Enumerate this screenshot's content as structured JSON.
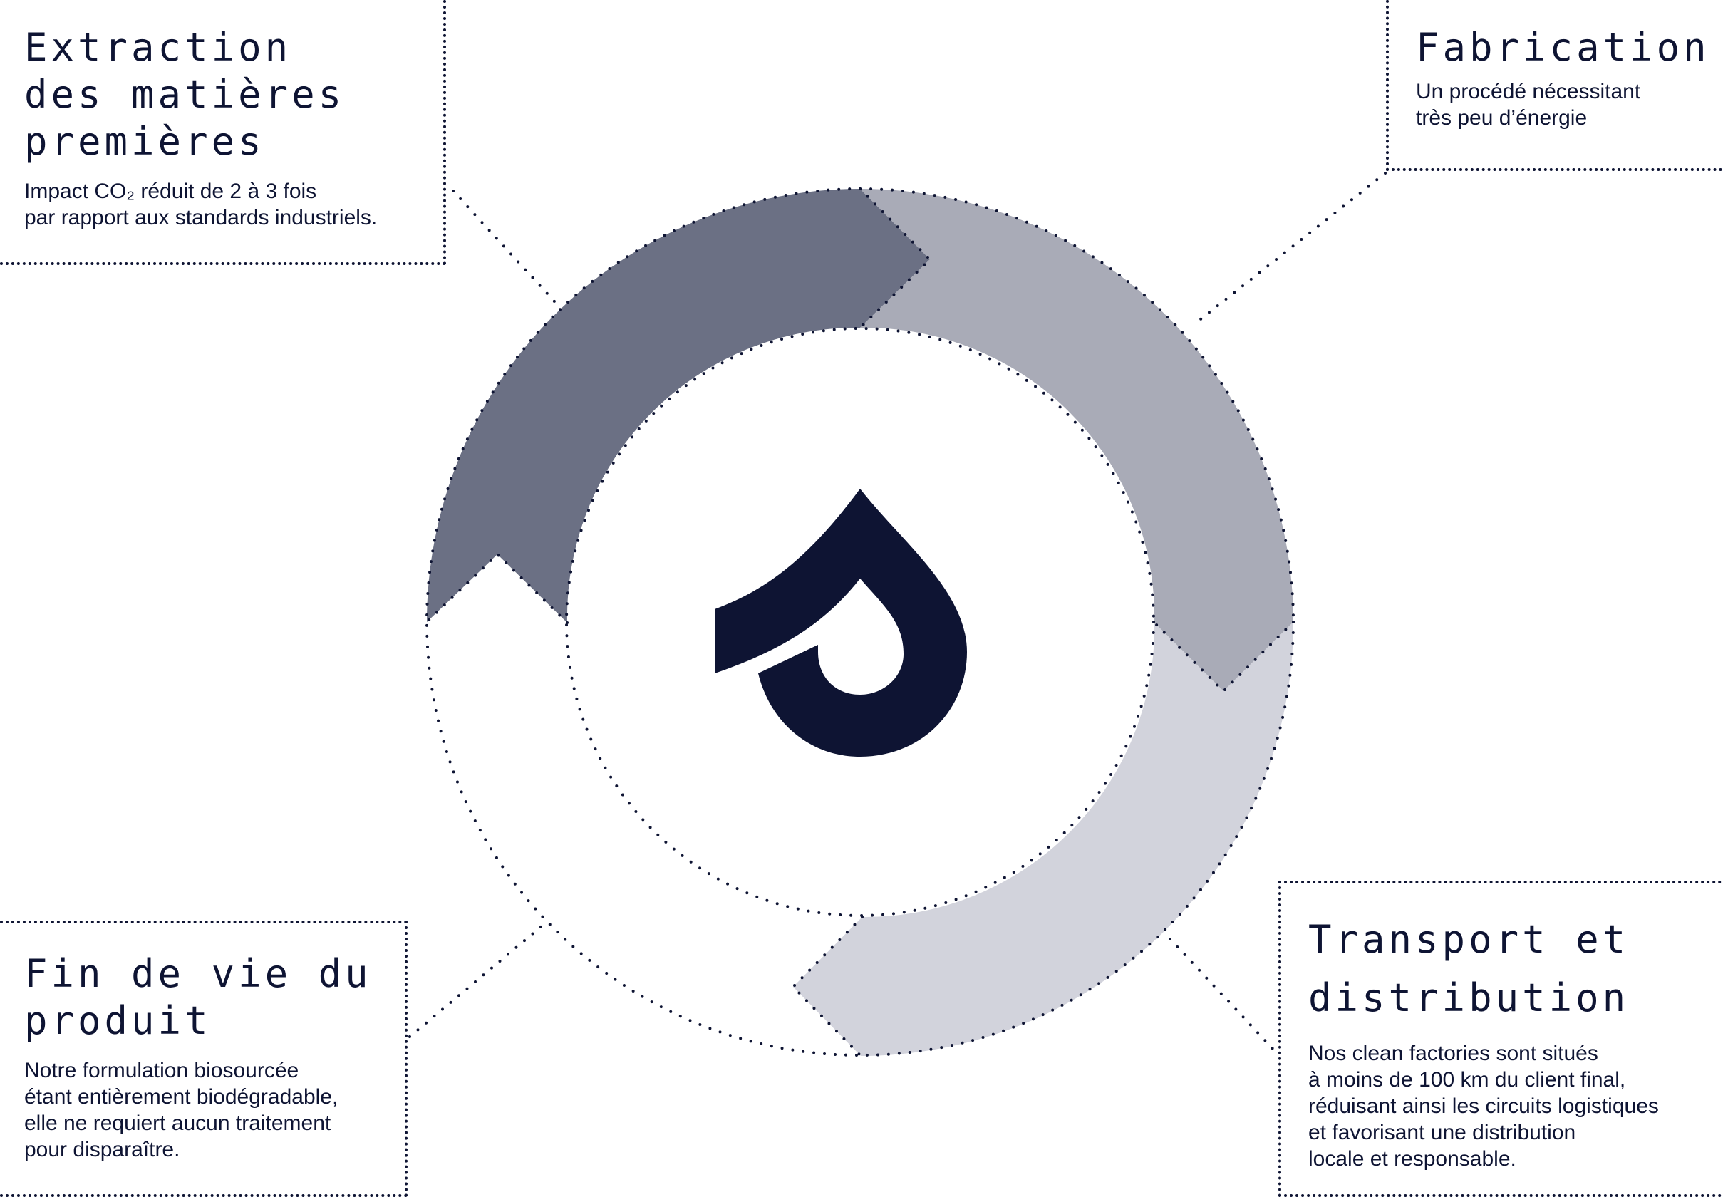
{
  "colors": {
    "ink": "#0e1433",
    "segment_extraction": "#6b7084",
    "segment_fabrication": "#a9abb7",
    "segment_transport": "#d2d3dc",
    "background": "#ffffff"
  },
  "center_logo": {
    "icon": "droplet-logo-icon"
  },
  "stages": [
    {
      "id": "extraction",
      "title_lines": [
        "Extraction",
        "des matières",
        "premières"
      ],
      "text_lines": [
        "Impact CO₂ réduit de 2 à 3 fois",
        "par rapport aux standards industriels."
      ]
    },
    {
      "id": "fabrication",
      "title_lines": [
        "Fabrication"
      ],
      "text_lines": [
        "Un procédé nécessitant",
        "très peu d’énergie"
      ]
    },
    {
      "id": "transport",
      "title_lines": [
        "Transport et",
        "distribution"
      ],
      "text_lines": [
        "Nos clean factories sont situés",
        "à moins de 100 km du client final,",
        "réduisant ainsi les circuits logistiques",
        "et favorisant une distribution",
        "locale et responsable."
      ]
    },
    {
      "id": "fin",
      "title_lines": [
        "Fin de vie du",
        "produit"
      ],
      "text_lines": [
        "Notre formulation biosourcée",
        "étant entièrement biodégradable,",
        "elle ne requiert aucun traitement",
        "pour disparaître."
      ]
    }
  ]
}
